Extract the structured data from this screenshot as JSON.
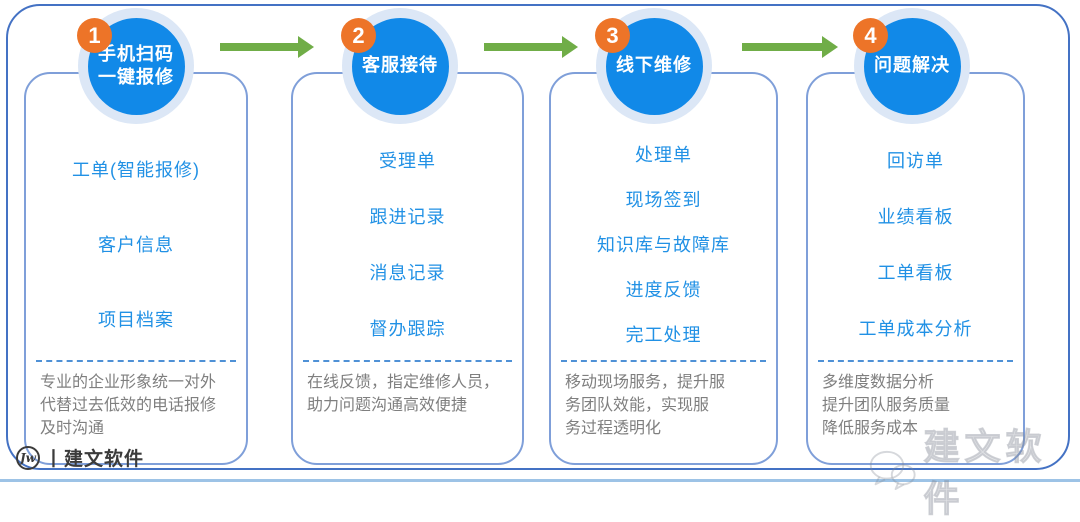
{
  "logo": {
    "monogram": "Jw",
    "text": "丨建文软件"
  },
  "watermark": {
    "text": "建文软件",
    "icon": "wechat-chat-bubbles"
  },
  "colors": {
    "frame_border": "#4472c4",
    "card_border": "#7f9fd9",
    "circle_fill": "#1189e8",
    "circle_ring": "#dce7f6",
    "badge_fill": "#ed7428",
    "arrow_green": "#70ad47",
    "item_text": "#2191e5",
    "divider_blue": "#4f91d6",
    "desc_text": "#7f7f7f",
    "bottom_rule": "#9dc3e6"
  },
  "steps": [
    {
      "number": "1",
      "title": "手机扫码\n一键报修",
      "items": [
        "工单(智能报修)",
        "客户信息",
        "项目档案"
      ],
      "description": "专业的企业形象统一对外\n代替过去低效的电话报修\n及时沟通"
    },
    {
      "number": "2",
      "title": "客服接待",
      "items": [
        "受理单",
        "跟进记录",
        "消息记录",
        "督办跟踪"
      ],
      "description": "在线反馈，指定维修人员，\n助力问题沟通高效便捷"
    },
    {
      "number": "3",
      "title": "线下维修",
      "items": [
        "处理单",
        "现场签到",
        "知识库与故障库",
        "进度反馈",
        "完工处理"
      ],
      "description": "移动现场服务，提升服\n务团队效能，实现服\n务过程透明化"
    },
    {
      "number": "4",
      "title": "问题解决",
      "items": [
        "回访单",
        "业绩看板",
        "工单看板",
        "工单成本分析"
      ],
      "description": "多维度数据分析\n提升团队服务质量\n降低服务成本"
    }
  ]
}
